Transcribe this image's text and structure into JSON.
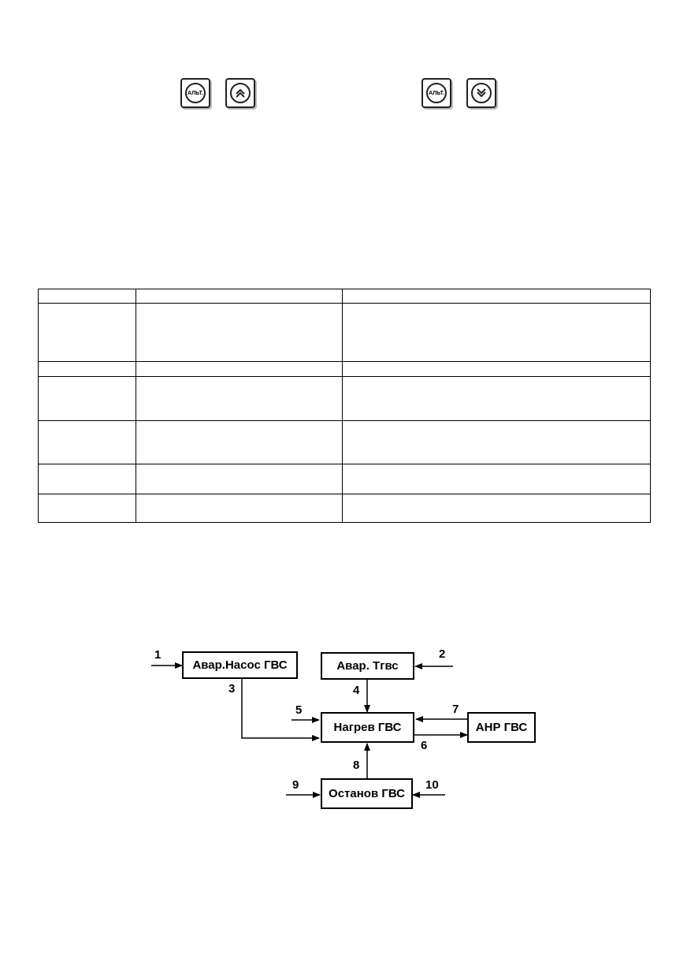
{
  "keys": {
    "alt_label": "АЛЬТ.",
    "pair_up": {
      "alt": "alt-key",
      "arrow": "double-chevron-up-icon"
    },
    "pair_down": {
      "alt": "alt-key",
      "arrow": "double-chevron-down-icon"
    }
  },
  "diagram": {
    "states": {
      "alarm_pump": "Авар.Насос ГВС",
      "alarm_temp": "Авар. Тгвс",
      "heating": "Нагрев ГВС",
      "anr": "АНР ГВС",
      "stop": "Останов ГВС"
    },
    "transitions": [
      "1",
      "2",
      "3",
      "4",
      "5",
      "6",
      "7",
      "8",
      "9",
      "10"
    ]
  }
}
